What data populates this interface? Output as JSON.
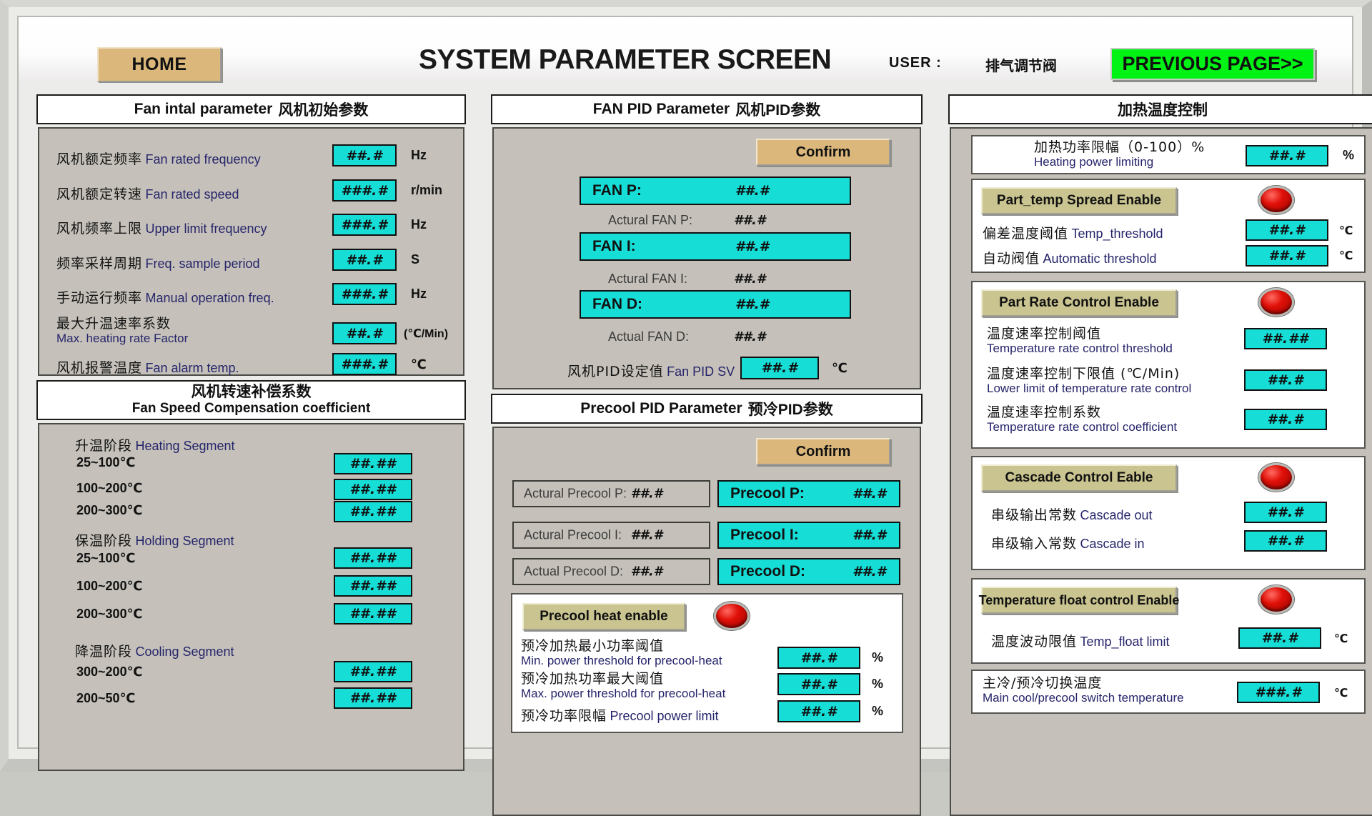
{
  "header": {
    "home_label": "HOME",
    "title": "SYSTEM PARAMETER SCREEN",
    "user_label": "USER :",
    "user_value": "排气调节阀",
    "previous_label": "PREVIOUS PAGE>>"
  },
  "fan_initial": {
    "title_en": "Fan intal parameter",
    "title_cn": "风机初始参数",
    "rows": [
      {
        "cn": "风机额定频率",
        "en": "Fan rated frequency",
        "value": "##.#",
        "unit": "Hz"
      },
      {
        "cn": "风机额定转速",
        "en": "Fan rated speed",
        "value": "###.#",
        "unit": "r/min"
      },
      {
        "cn": "风机频率上限",
        "en": "Upper limit frequency",
        "value": "###.#",
        "unit": "Hz"
      },
      {
        "cn": "频率采样周期",
        "en": "Freq. sample period",
        "value": "##.#",
        "unit": "S"
      },
      {
        "cn": "手动运行频率",
        "en": "Manual operation freq.",
        "value": "###.#",
        "unit": "Hz"
      },
      {
        "cn": "最大升温速率系数",
        "en": "Max. heating rate Factor",
        "value": "##.#",
        "unit": "(℃/Min)"
      },
      {
        "cn": "风机报警温度",
        "en": "Fan alarm temp.",
        "value": "###.#",
        "unit": "℃"
      }
    ]
  },
  "fan_compensation": {
    "title_cn": "风机转速补偿系数",
    "title_en": "Fan Speed Compensation coefficient",
    "segments": [
      {
        "cn": "升温阶段",
        "en": "Heating Segment",
        "ranges": [
          {
            "label": "25~100℃",
            "value": "##.##"
          },
          {
            "label": "100~200℃",
            "value": "##.##"
          },
          {
            "label": "200~300℃",
            "value": "##.##"
          }
        ]
      },
      {
        "cn": "保温阶段",
        "en": "Holding Segment",
        "ranges": [
          {
            "label": "25~100℃",
            "value": "##.##"
          },
          {
            "label": "100~200℃",
            "value": "##.##"
          },
          {
            "label": "200~300℃",
            "value": "##.##"
          }
        ]
      },
      {
        "cn": "降温阶段",
        "en": "Cooling Segment",
        "ranges": [
          {
            "label": "300~200℃",
            "value": "##.##"
          },
          {
            "label": "200~50℃",
            "value": "##.##"
          }
        ]
      }
    ]
  },
  "fan_pid": {
    "title_en": "FAN PID Parameter",
    "title_cn": "风机PID参数",
    "confirm_label": "Confirm",
    "setpoints": [
      {
        "label": "FAN  P:",
        "value": "##.#"
      },
      {
        "label": "FAN  I:",
        "value": "##.#"
      },
      {
        "label": "FAN  D:",
        "value": "##.#"
      }
    ],
    "actuals": [
      {
        "label": "Actural FAN P:",
        "value": "##.#"
      },
      {
        "label": "Actural FAN I:",
        "value": "##.#"
      },
      {
        "label": "Actual FAN D:",
        "value": "##.#"
      }
    ],
    "sv": {
      "cn": "风机PID设定值",
      "en": "Fan PID SV",
      "value": "##.#",
      "unit": "℃"
    }
  },
  "precool_pid": {
    "title_en": "Precool PID Parameter",
    "title_cn": "预冷PID参数",
    "confirm_label": "Confirm",
    "actuals": [
      {
        "label": "Actural Precool P:",
        "value": "##.#"
      },
      {
        "label": "Actural Precool I:",
        "value": "##.#"
      },
      {
        "label": "Actual Precool D:",
        "value": "##.#"
      }
    ],
    "setpoints": [
      {
        "label": "Precool  P:",
        "value": "##.#"
      },
      {
        "label": "Precool I:",
        "value": "##.#"
      },
      {
        "label": "Precool  D:",
        "value": "##.#"
      }
    ],
    "heat_enable": {
      "button_label": "Precool heat enable",
      "lamp_color": "#e01008",
      "rows": [
        {
          "cn": "预冷加热最小功率阈值",
          "en": "Min. power threshold for precool-heat",
          "value": "##.#",
          "unit": "%"
        },
        {
          "cn": "预冷加热功率最大阈值",
          "en": "Max. power threshold for precool-heat",
          "value": "##.#",
          "unit": "%"
        },
        {
          "cn": "预冷功率限幅",
          "en": "Precool power limit",
          "value": "##.#",
          "unit": "%"
        }
      ]
    }
  },
  "heating_control": {
    "title_cn": "加热温度控制",
    "power_limit": {
      "cn": "加热功率限幅（0-100）%",
      "en": "Heating power limiting",
      "value": "##.#",
      "unit": "%"
    },
    "part_temp_spread": {
      "button_label": "Part_temp Spread Enable",
      "lamp_color": "#e01008",
      "rows": [
        {
          "cn": "偏差温度阈值",
          "en": "Temp_threshold",
          "value": "##.#",
          "unit": "℃"
        },
        {
          "cn": "自动阀值",
          "en": "Automatic threshold",
          "value": "##.#",
          "unit": "℃"
        }
      ]
    },
    "part_rate_control": {
      "button_label": "Part Rate Control Enable",
      "lamp_color": "#e01008",
      "rows": [
        {
          "cn": "温度速率控制阈值",
          "en": "Temperature rate control threshold",
          "value": "##.##",
          "unit": ""
        },
        {
          "cn": "温度速率控制下限值 (℃/Min)",
          "en": "Lower limit of temperature rate control",
          "value": "##.#",
          "unit": ""
        },
        {
          "cn": "温度速率控制系数",
          "en": "Temperature rate control coefficient",
          "value": "##.#",
          "unit": ""
        }
      ]
    },
    "cascade_control": {
      "button_label": "Cascade Control Eable",
      "lamp_color": "#e01008",
      "rows": [
        {
          "cn": "串级输出常数",
          "en": "Cascade out",
          "value": "##.#",
          "unit": ""
        },
        {
          "cn": "串级输入常数",
          "en": "Cascade in",
          "value": "##.#",
          "unit": ""
        }
      ]
    },
    "temp_float_control": {
      "button_label": "Temperature float control Enable",
      "lamp_color": "#e01008",
      "rows": [
        {
          "cn": "温度波动限值",
          "en": "Temp_float limit",
          "value": "##.#",
          "unit": "℃"
        }
      ]
    },
    "switch_temp": {
      "cn": "主冷/预冷切换温度",
      "en": "Main cool/precool switch temperature",
      "value": "###.#",
      "unit": "℃"
    }
  }
}
